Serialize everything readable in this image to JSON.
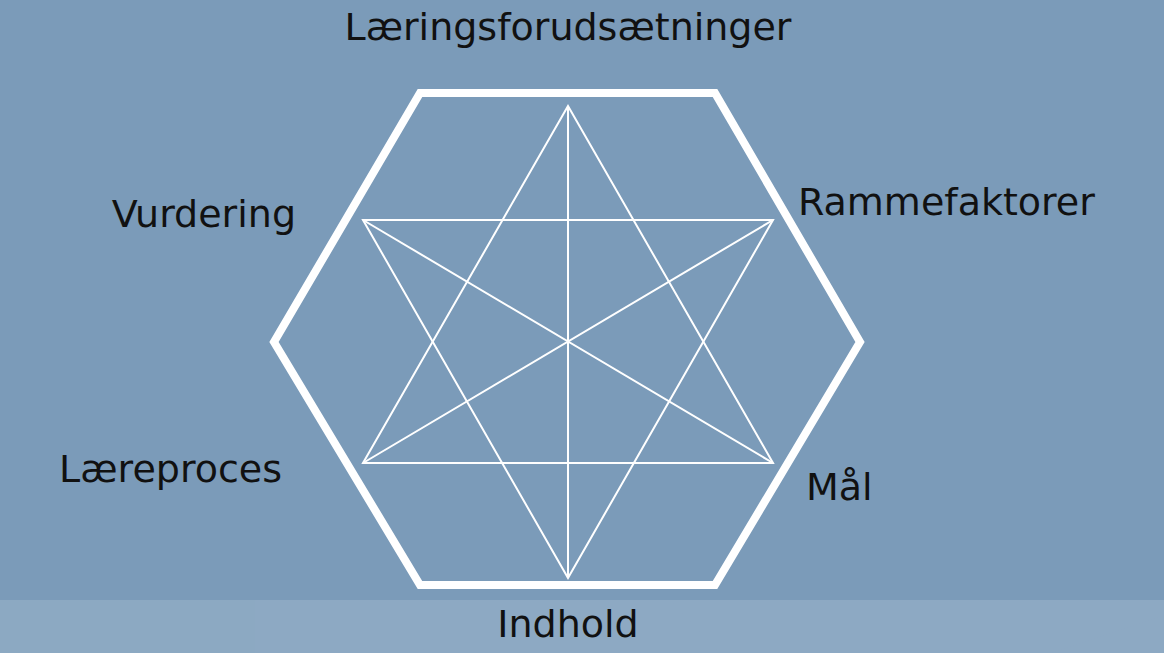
{
  "diagram": {
    "labels": [
      "Læringsforudsætninger",
      "Rammefaktorer",
      "Vurdering",
      "Mål",
      "Læreproces",
      "Indhold"
    ]
  }
}
